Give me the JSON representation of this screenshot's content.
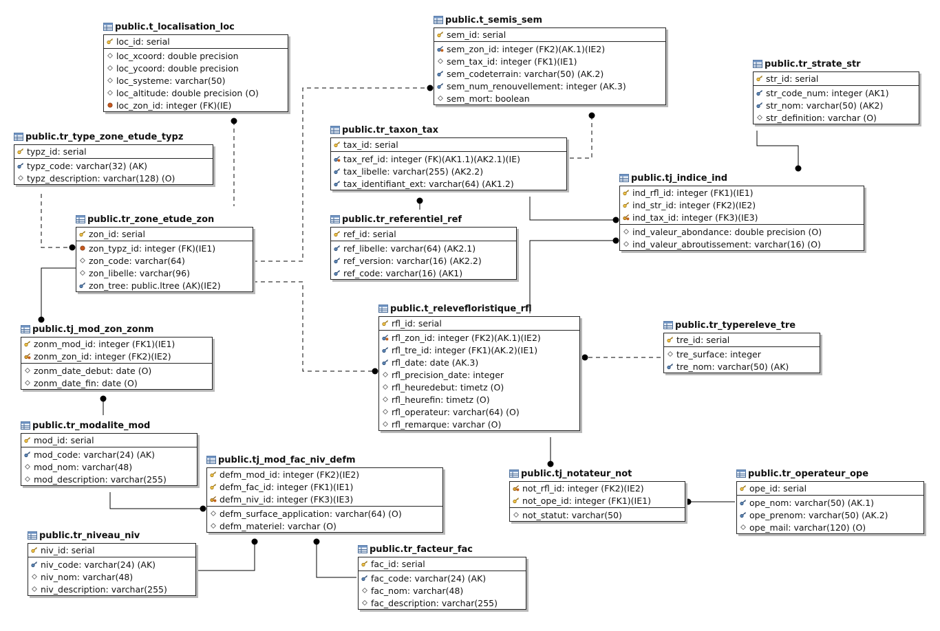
{
  "entities": [
    {
      "id": "loc",
      "name": "public.t_localisation_loc",
      "pk": [
        {
          "icon": "key-icon",
          "text": "loc_id: serial"
        }
      ],
      "cols": [
        {
          "icon": "diamond-icon",
          "text": "loc_xcoord: double precision"
        },
        {
          "icon": "diamond-icon",
          "text": "loc_ycoord: double precision"
        },
        {
          "icon": "diamond-icon",
          "text": "loc_systeme: varchar(50)"
        },
        {
          "icon": "diamond-icon",
          "text": "loc_altitude: double precision (O)"
        },
        {
          "icon": "fk-dot-icon",
          "text": "loc_zon_id: integer (FK)(IE)"
        }
      ]
    },
    {
      "id": "sem",
      "name": "public.t_semis_sem",
      "pk": [
        {
          "icon": "key-icon",
          "text": "sem_id: serial"
        }
      ],
      "cols": [
        {
          "icon": "fk-alt-key-icon",
          "text": "sem_zon_id: integer (FK2)(AK.1)(IE2)"
        },
        {
          "icon": "diamond-icon",
          "text": "sem_tax_id: integer (FK1)(IE1)"
        },
        {
          "icon": "alt-key-icon",
          "text": "sem_codeterrain: varchar(50) (AK.2)"
        },
        {
          "icon": "alt-key-icon",
          "text": "sem_num_renouvellement: integer (AK.3)"
        },
        {
          "icon": "diamond-icon",
          "text": "sem_mort: boolean"
        }
      ]
    },
    {
      "id": "str",
      "name": "public.tr_strate_str",
      "pk": [
        {
          "icon": "key-icon",
          "text": "str_id: serial"
        }
      ],
      "cols": [
        {
          "icon": "alt-key-icon",
          "text": "str_code_num: integer (AK1)"
        },
        {
          "icon": "alt-key-icon",
          "text": "str_nom: varchar(50) (AK2)"
        },
        {
          "icon": "diamond-icon",
          "text": "str_definition: varchar (O)"
        }
      ]
    },
    {
      "id": "typz",
      "name": "public.tr_type_zone_etude_typz",
      "pk": [
        {
          "icon": "key-icon",
          "text": "typz_id: serial"
        }
      ],
      "cols": [
        {
          "icon": "alt-key-icon",
          "text": "typz_code: varchar(32) (AK)"
        },
        {
          "icon": "diamond-icon",
          "text": "typz_description: varchar(128) (O)"
        }
      ]
    },
    {
      "id": "tax",
      "name": "public.tr_taxon_tax",
      "pk": [
        {
          "icon": "key-icon",
          "text": "tax_id: serial"
        }
      ],
      "cols": [
        {
          "icon": "fk-alt-key-icon",
          "text": "tax_ref_id: integer (FK)(AK1.1)(AK2.1)(IE)"
        },
        {
          "icon": "alt-key-icon",
          "text": "tax_libelle: varchar(255) (AK2.2)"
        },
        {
          "icon": "alt-key-icon",
          "text": "tax_identifiant_ext: varchar(64) (AK1.2)"
        }
      ]
    },
    {
      "id": "ind",
      "name": "public.tj_indice_ind",
      "pk": [
        {
          "icon": "key-icon",
          "text": "ind_rfl_id: integer (FK1)(IE1)"
        },
        {
          "icon": "key-icon",
          "text": "ind_str_id: integer (FK2)(IE2)"
        },
        {
          "icon": "fk-key-icon",
          "text": "ind_tax_id: integer (FK3)(IE3)"
        }
      ],
      "cols": [
        {
          "icon": "diamond-icon",
          "text": "ind_valeur_abondance: double precision (O)"
        },
        {
          "icon": "diamond-icon",
          "text": "ind_valeur_abroutissement: varchar(16) (O)"
        }
      ]
    },
    {
      "id": "zon",
      "name": "public.tr_zone_etude_zon",
      "pk": [
        {
          "icon": "key-icon",
          "text": "zon_id: serial"
        }
      ],
      "cols": [
        {
          "icon": "fk-dot-icon",
          "text": "zon_typz_id: integer (FK)(IE1)"
        },
        {
          "icon": "diamond-icon",
          "text": "zon_code: varchar(64)"
        },
        {
          "icon": "diamond-icon",
          "text": "zon_libelle: varchar(96)"
        },
        {
          "icon": "alt-key-icon",
          "text": "zon_tree: public.ltree (AK)(IE2)"
        }
      ]
    },
    {
      "id": "ref",
      "name": "public.tr_referentiel_ref",
      "pk": [
        {
          "icon": "key-icon",
          "text": "ref_id: serial"
        }
      ],
      "cols": [
        {
          "icon": "alt-key-icon",
          "text": "ref_libelle: varchar(64) (AK2.1)"
        },
        {
          "icon": "alt-key-icon",
          "text": "ref_version: varchar(16) (AK2.2)"
        },
        {
          "icon": "alt-key-icon",
          "text": "ref_code: varchar(16) (AK1)"
        }
      ]
    },
    {
      "id": "rfl",
      "name": "public.t_relevefloristique_rfl",
      "pk": [
        {
          "icon": "key-icon",
          "text": "rfl_id: serial"
        }
      ],
      "cols": [
        {
          "icon": "fk-alt-key-icon",
          "text": "rfl_zon_id: integer (FK2)(AK.1)(IE2)"
        },
        {
          "icon": "alt-key-icon",
          "text": "rfl_tre_id: integer (FK1)(AK.2)(IE1)"
        },
        {
          "icon": "alt-key-icon",
          "text": "rfl_date: date (AK.3)"
        },
        {
          "icon": "diamond-icon",
          "text": "rfl_precision_date: integer"
        },
        {
          "icon": "diamond-icon",
          "text": "rfl_heuredebut: timetz (O)"
        },
        {
          "icon": "diamond-icon",
          "text": "rfl_heurefin: timetz (O)"
        },
        {
          "icon": "diamond-icon",
          "text": "rfl_operateur: varchar(64) (O)"
        },
        {
          "icon": "diamond-icon",
          "text": "rfl_remarque: varchar (O)"
        }
      ]
    },
    {
      "id": "tre",
      "name": "public.tr_typereleve_tre",
      "pk": [
        {
          "icon": "key-icon",
          "text": "tre_id: serial"
        }
      ],
      "cols": [
        {
          "icon": "diamond-icon",
          "text": "tre_surface: integer"
        },
        {
          "icon": "alt-key-icon",
          "text": "tre_nom: varchar(50) (AK)"
        }
      ]
    },
    {
      "id": "zonm",
      "name": "public.tj_mod_zon_zonm",
      "pk": [
        {
          "icon": "key-icon",
          "text": "zonm_mod_id: integer (FK1)(IE1)"
        },
        {
          "icon": "fk-key-icon",
          "text": "zonm_zon_id: integer (FK2)(IE2)"
        }
      ],
      "cols": [
        {
          "icon": "diamond-icon",
          "text": "zonm_date_debut: date (O)"
        },
        {
          "icon": "diamond-icon",
          "text": "zonm_date_fin: date (O)"
        }
      ]
    },
    {
      "id": "mod",
      "name": "public.tr_modalite_mod",
      "pk": [
        {
          "icon": "key-icon",
          "text": "mod_id: serial"
        }
      ],
      "cols": [
        {
          "icon": "alt-key-icon",
          "text": "mod_code: varchar(24) (AK)"
        },
        {
          "icon": "diamond-icon",
          "text": "mod_nom: varchar(48)"
        },
        {
          "icon": "diamond-icon",
          "text": "mod_description: varchar(255)"
        }
      ]
    },
    {
      "id": "defm",
      "name": "public.tj_mod_fac_niv_defm",
      "pk": [
        {
          "icon": "key-icon",
          "text": "defm_mod_id: integer (FK2)(IE2)"
        },
        {
          "icon": "key-icon",
          "text": "defm_fac_id: integer (FK1)(IE1)"
        },
        {
          "icon": "fk-key-icon",
          "text": "defm_niv_id: integer (FK3)(IE3)"
        }
      ],
      "cols": [
        {
          "icon": "diamond-icon",
          "text": "defm_surface_application: varchar(64) (O)"
        },
        {
          "icon": "diamond-icon",
          "text": "defm_materiel: varchar (O)"
        }
      ]
    },
    {
      "id": "not",
      "name": "public.tj_notateur_not",
      "pk": [
        {
          "icon": "fk-key-icon",
          "text": "not_rfl_id: integer (FK2)(IE2)"
        },
        {
          "icon": "key-icon",
          "text": "not_ope_id: integer (FK1)(IE1)"
        }
      ],
      "cols": [
        {
          "icon": "diamond-icon",
          "text": "not_statut: varchar(50)"
        }
      ]
    },
    {
      "id": "ope",
      "name": "public.tr_operateur_ope",
      "pk": [
        {
          "icon": "key-icon",
          "text": "ope_id: serial"
        }
      ],
      "cols": [
        {
          "icon": "alt-key-icon",
          "text": "ope_nom: varchar(50) (AK.1)"
        },
        {
          "icon": "alt-key-icon",
          "text": "ope_prenom: varchar(50) (AK.2)"
        },
        {
          "icon": "diamond-icon",
          "text": "ope_mail: varchar(120) (O)"
        }
      ]
    },
    {
      "id": "niv",
      "name": "public.tr_niveau_niv",
      "pk": [
        {
          "icon": "key-icon",
          "text": "niv_id: serial"
        }
      ],
      "cols": [
        {
          "icon": "alt-key-icon",
          "text": "niv_code: varchar(24) (AK)"
        },
        {
          "icon": "diamond-icon",
          "text": "niv_nom: varchar(48)"
        },
        {
          "icon": "diamond-icon",
          "text": "niv_description: varchar(255)"
        }
      ]
    },
    {
      "id": "fac",
      "name": "public.tr_facteur_fac",
      "pk": [
        {
          "icon": "key-icon",
          "text": "fac_id: serial"
        }
      ],
      "cols": [
        {
          "icon": "alt-key-icon",
          "text": "fac_code: varchar(24) (AK)"
        },
        {
          "icon": "diamond-icon",
          "text": "fac_nom: varchar(48)"
        },
        {
          "icon": "diamond-icon",
          "text": "fac_description: varchar(255)"
        }
      ]
    }
  ],
  "relationships": [
    {
      "from": "loc",
      "to": "zon",
      "style": "dashed"
    },
    {
      "from": "typz",
      "to": "zon",
      "style": "dashed"
    },
    {
      "from": "zon",
      "to": "sem",
      "style": "dashed"
    },
    {
      "from": "zon",
      "to": "rfl",
      "style": "dashed"
    },
    {
      "from": "zon",
      "to": "zonm",
      "style": "solid"
    },
    {
      "from": "tax",
      "to": "sem",
      "style": "dashed"
    },
    {
      "from": "ref",
      "to": "tax",
      "style": "solid"
    },
    {
      "from": "tax",
      "to": "ind",
      "style": "solid"
    },
    {
      "from": "str",
      "to": "ind",
      "style": "solid"
    },
    {
      "from": "rfl",
      "to": "ind",
      "style": "solid"
    },
    {
      "from": "tre",
      "to": "rfl",
      "style": "dashed"
    },
    {
      "from": "rfl",
      "to": "not",
      "style": "solid"
    },
    {
      "from": "ope",
      "to": "not",
      "style": "solid"
    },
    {
      "from": "mod",
      "to": "zonm",
      "style": "solid"
    },
    {
      "from": "mod",
      "to": "defm",
      "style": "solid"
    },
    {
      "from": "niv",
      "to": "defm",
      "style": "solid"
    },
    {
      "from": "fac",
      "to": "defm",
      "style": "solid"
    }
  ]
}
